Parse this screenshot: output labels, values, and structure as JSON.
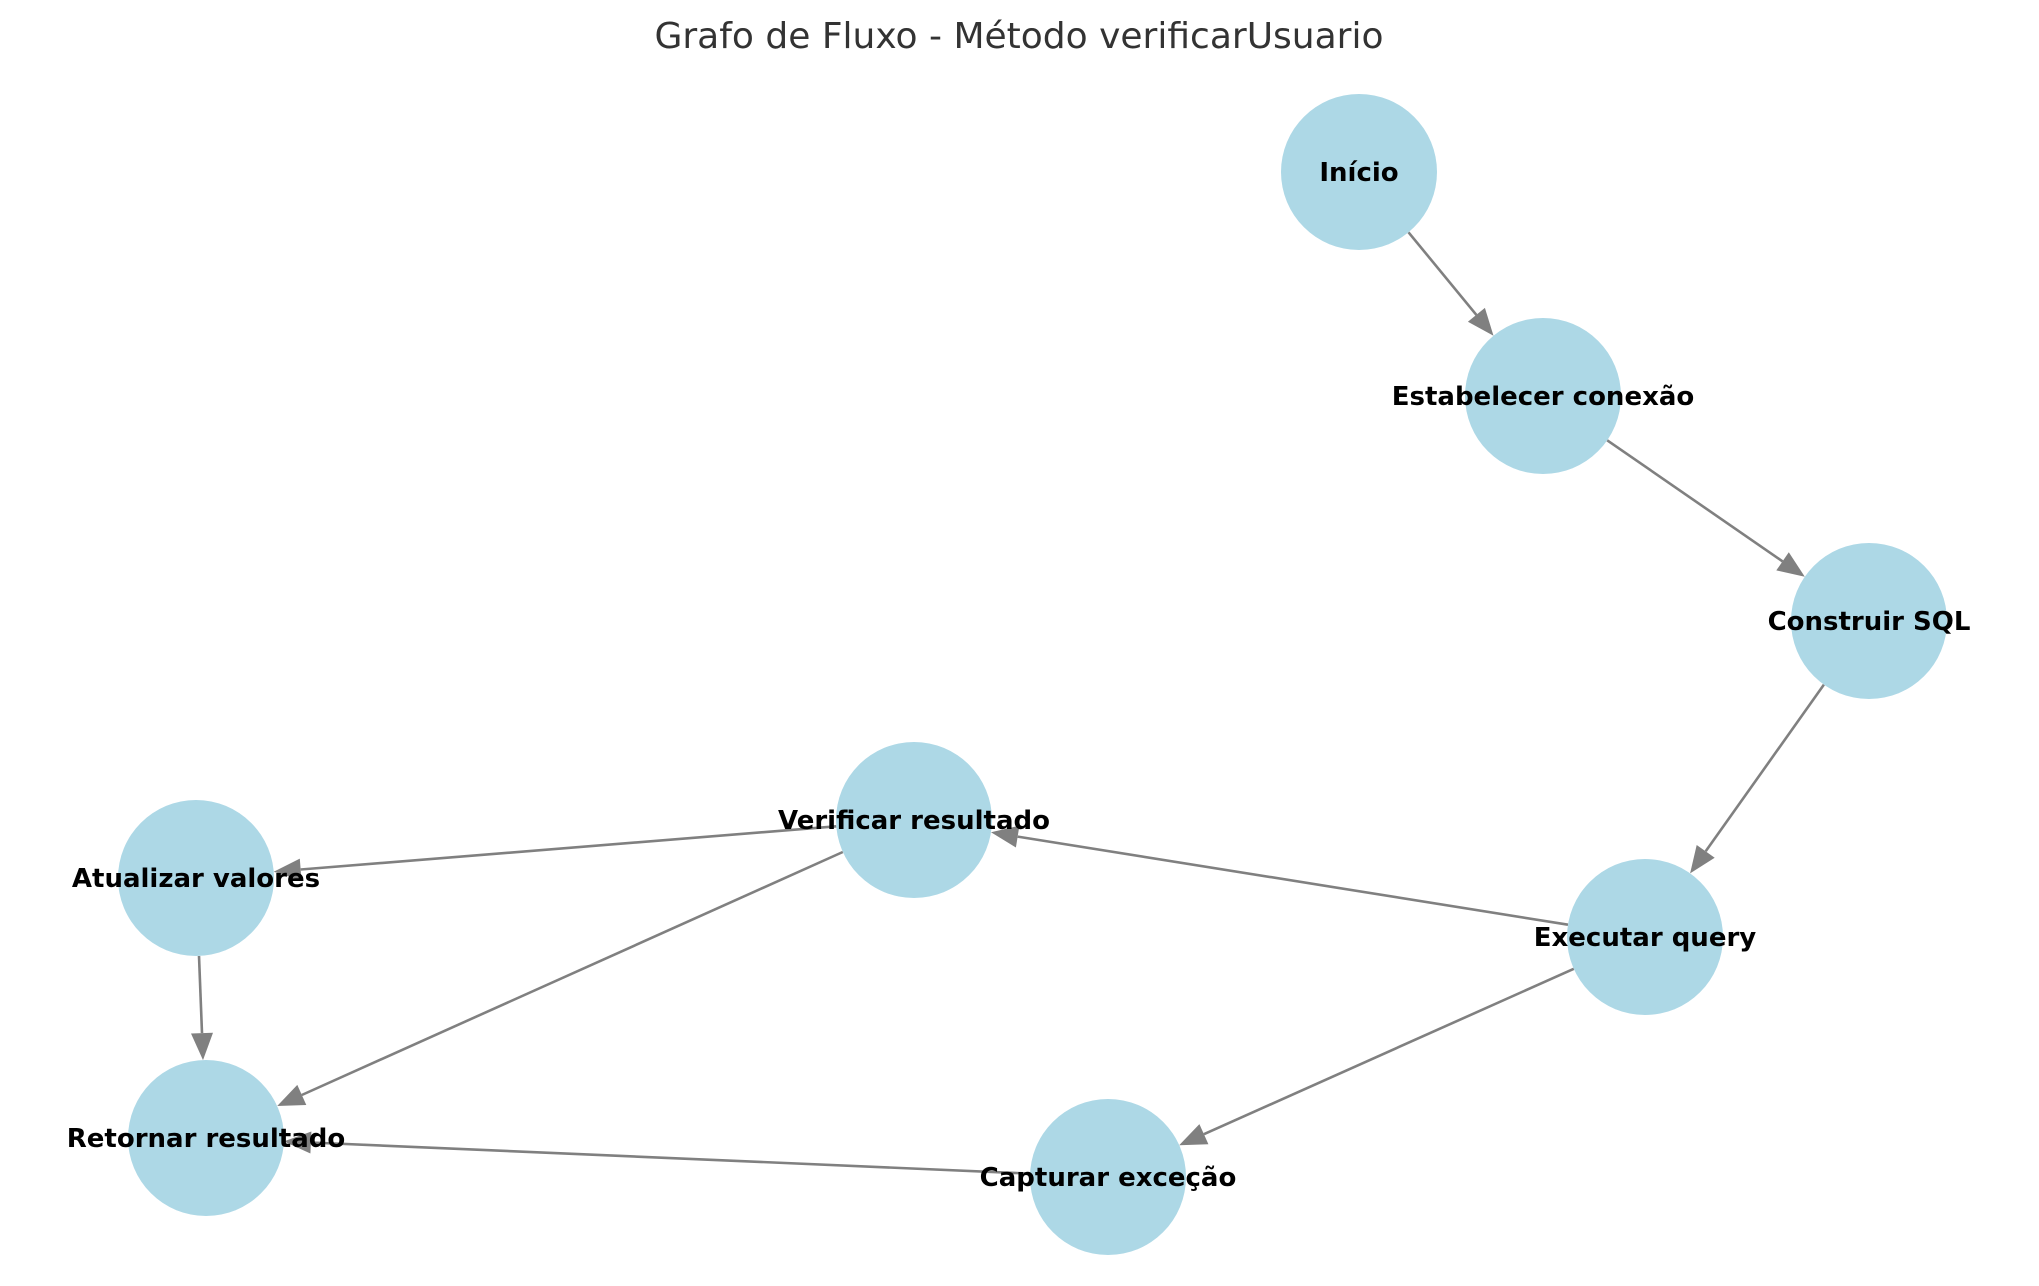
{
  "title": "Grafo de Fluxo - Método verificarUsuario",
  "colors": {
    "node_fill": "#add8e6",
    "edge": "#808080",
    "title": "#333333",
    "label": "#000000"
  },
  "nodes": [
    {
      "id": "inicio",
      "label": "Início"
    },
    {
      "id": "estabelecer",
      "label": "Estabelecer conexão"
    },
    {
      "id": "construir",
      "label": "Construir SQL"
    },
    {
      "id": "executar",
      "label": "Executar query"
    },
    {
      "id": "verificar",
      "label": "Verificar resultado"
    },
    {
      "id": "atualizar",
      "label": "Atualizar valores"
    },
    {
      "id": "retornar",
      "label": "Retornar resultado"
    },
    {
      "id": "capturar",
      "label": "Capturar exceção"
    }
  ],
  "edges": [
    {
      "from": "inicio",
      "to": "estabelecer"
    },
    {
      "from": "estabelecer",
      "to": "construir"
    },
    {
      "from": "construir",
      "to": "executar"
    },
    {
      "from": "executar",
      "to": "verificar"
    },
    {
      "from": "executar",
      "to": "capturar"
    },
    {
      "from": "verificar",
      "to": "atualizar"
    },
    {
      "from": "verificar",
      "to": "retornar"
    },
    {
      "from": "atualizar",
      "to": "retornar"
    },
    {
      "from": "capturar",
      "to": "retornar"
    }
  ]
}
